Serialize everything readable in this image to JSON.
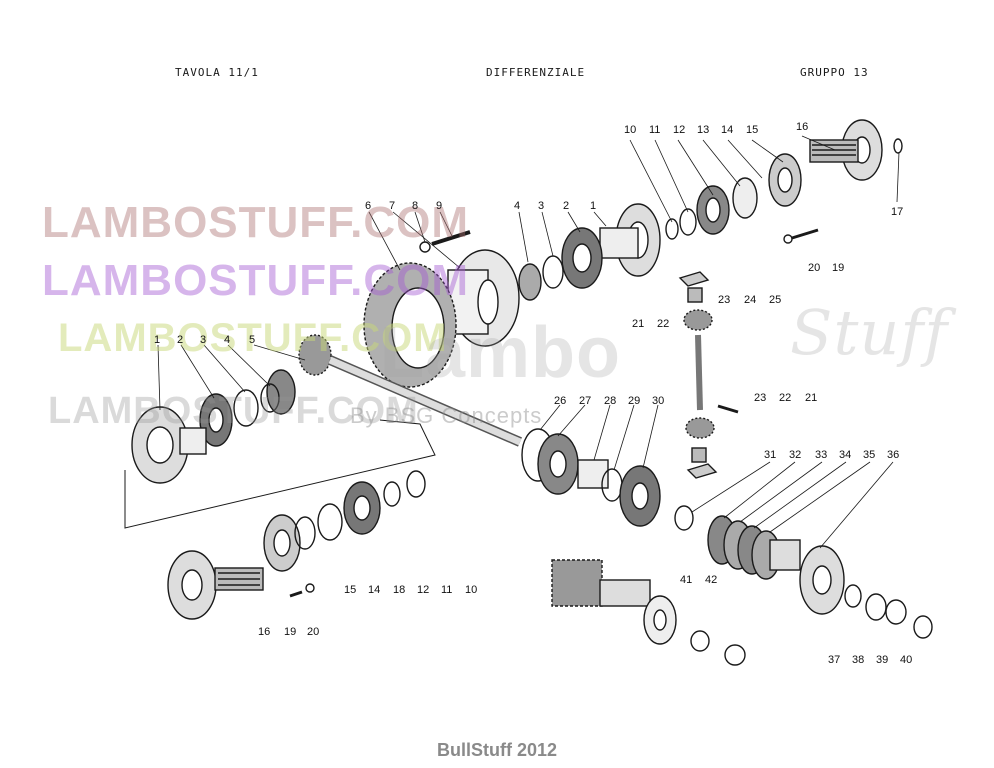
{
  "header": {
    "tavola": "TAVOLA 11/1",
    "titolo": "DIFFERENZIALE",
    "gruppo": "GRUPPO 13"
  },
  "watermarks": {
    "line1": "LAMBOSTUFF.COM",
    "line2": "LAMBOSTUFF.COM",
    "line3": "LAMBOSTUFF.COM",
    "line4": "LAMBOSTUFF.COM",
    "logo_word": "Lambo",
    "logo_script": "Stuff",
    "logo_tagline": "By BSG Concepts"
  },
  "footer": "BullStuff 2012",
  "callouts": {
    "top_right": [
      "10",
      "11",
      "12",
      "13",
      "14",
      "15",
      "16",
      "17",
      "20",
      "19"
    ],
    "upper_middle": [
      "6",
      "7",
      "8",
      "9",
      "4",
      "3",
      "2",
      "1"
    ],
    "left_row": [
      "1",
      "2",
      "3",
      "4",
      "5"
    ],
    "spider_group": [
      "21",
      "22",
      "23",
      "24",
      "25",
      "23",
      "22",
      "21"
    ],
    "bearing_group": [
      "26",
      "27",
      "28",
      "29",
      "30"
    ],
    "lower_left": [
      "15",
      "14",
      "18",
      "12",
      "11",
      "10",
      "16",
      "19",
      "20"
    ],
    "lower_right": [
      "31",
      "32",
      "33",
      "34",
      "35",
      "36",
      "37",
      "38",
      "39",
      "40",
      "41",
      "42"
    ]
  }
}
